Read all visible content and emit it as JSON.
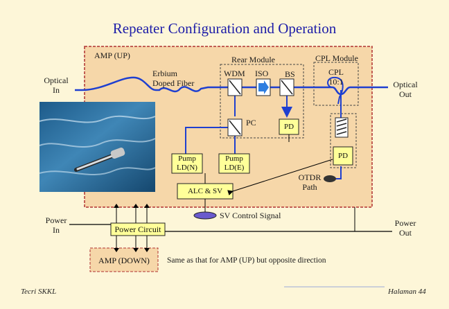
{
  "title": "Repeater Configuration and Operation",
  "labels": {
    "amp_up": "AMP (UP)",
    "rear_module": "Rear Module",
    "cpl_module": "CPL Module",
    "erbium_line1": "Erbium",
    "erbium_line2": "Doped Fiber",
    "optical_in_line1": "Optical",
    "optical_in_line2": "In",
    "optical_out_line1": "Optical",
    "optical_out_line2": "Out",
    "wdm": "WDM",
    "iso": "ISO",
    "bs": "BS",
    "cpl_line1": "CPL",
    "cpl_line2": "10:1",
    "pc": "PC",
    "pd_upper": "PD",
    "pd_lower": "PD",
    "pump_n_line1": "Pump",
    "pump_n_line2": "LD(N)",
    "pump_e_line1": "Pump",
    "pump_e_line2": "LD(E)",
    "alc_sv": "ALC & SV",
    "otdr_line1": "OTDR",
    "otdr_line2": "Path",
    "sv_control": "SV Control Signal",
    "power_in_line1": "Power",
    "power_in_line2": "In",
    "power_out_line1": "Power",
    "power_out_line2": "Out",
    "power_circuit": "Power Circuit",
    "amp_down": "AMP (DOWN)",
    "same_as": "Same as that for AMP (UP) but opposite direction"
  },
  "footer": {
    "left": "Tecri SKKL",
    "right": "Halaman 44"
  },
  "colors": {
    "title": "#1c1ca8",
    "module_fill": "#f6d7a9",
    "module_border": "#b03030",
    "fiber": "#1e3fd0",
    "box_fill": "#ffff99",
    "iso_arrow": "#2f7ee0",
    "background": "#fdf6d8"
  }
}
